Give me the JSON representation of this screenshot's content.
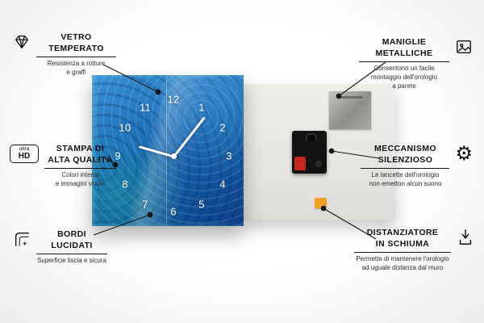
{
  "colors": {
    "clock_blue": "#1565b0",
    "accent_teal": "#27c2a0",
    "foam_orange": "#f0a223",
    "connector_line": "#161616"
  },
  "icons": {
    "gear": "⚙",
    "ultra_hd_top": "ultra",
    "ultra_hd_bottom": "HD"
  },
  "callouts": {
    "vetro": {
      "title": "VETRO\nTEMPERATO",
      "subtitle": "Resistenza a rotture\ne graffi"
    },
    "stampa": {
      "title": "STAMPA DI\nALTA QUALITÀ",
      "subtitle": "Colori intensi\ne immagini vivide"
    },
    "bordi": {
      "title": "BORDI\nLUCIDATI",
      "subtitle": "Superficie liscia e sicura"
    },
    "maniglie": {
      "title": "MANIGLIE\nMETALLICHE",
      "subtitle": "Consentono un facile\nmontaggio dell'orologio\na parete"
    },
    "meccanismo": {
      "title": "MECCANISMO\nSILENZIOSO",
      "subtitle": "Le lancette dell'orologio\nnon emetton alcun suono"
    },
    "distanziatore": {
      "title": "DISTANZIATORE\nIN SCHIUMA",
      "subtitle": "Permette di mantenere l'orologio\nad uguale distanza dal muro"
    }
  },
  "clock": {
    "numerals": {
      "n1": "1",
      "n2": "2",
      "n3": "3",
      "n4": "4",
      "n5": "5",
      "n6": "6",
      "n7": "7",
      "n8": "8",
      "n9": "9",
      "n10": "10",
      "n11": "11",
      "n12": "12"
    }
  }
}
